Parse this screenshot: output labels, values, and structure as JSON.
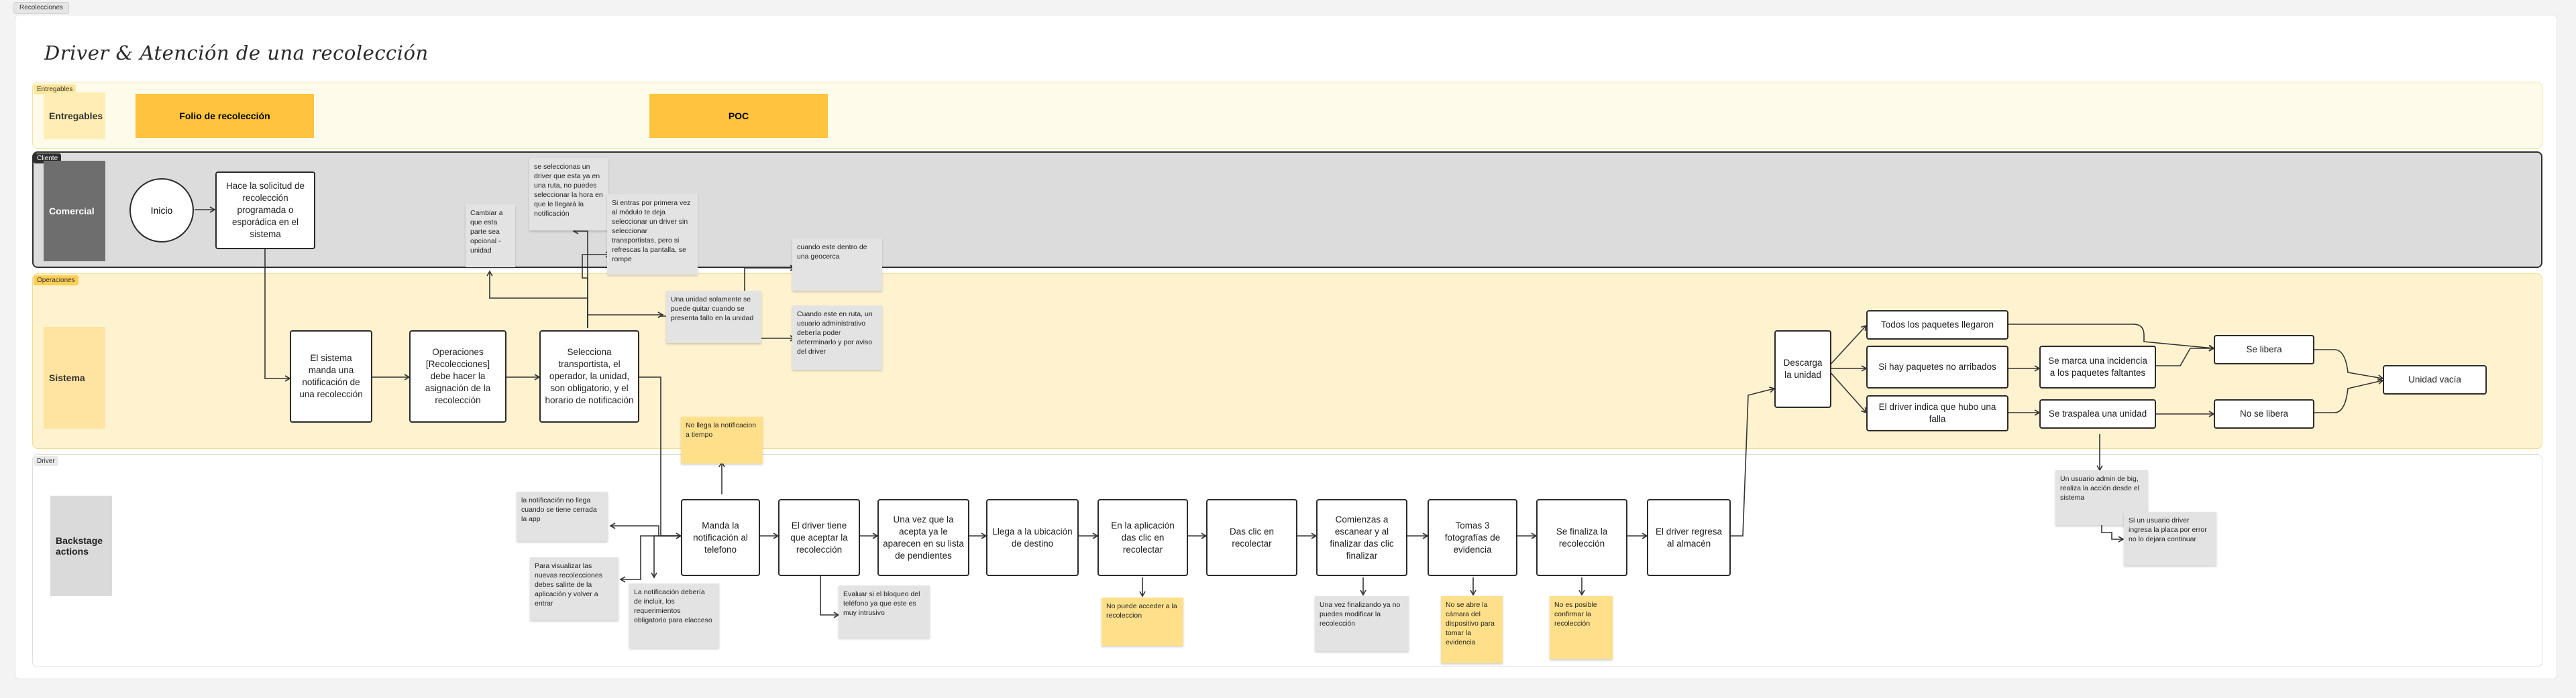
{
  "tab_label": "Recolecciones",
  "title": "Driver & Atención de una recolección",
  "lanes": {
    "entregables": {
      "label": "Entregables",
      "block": "Entregables"
    },
    "cliente": {
      "label": "Cliente",
      "block": "Comercial"
    },
    "operaciones": {
      "label": "Operaciones",
      "block": "Sistema"
    },
    "driver": {
      "label": "Driver",
      "block": "Backstage actions"
    }
  },
  "deliverables": {
    "folio": "Folio de recolección",
    "poc": "POC"
  },
  "nodes": {
    "inicio": "Inicio",
    "solicitud": "Hace la solicitud de recolección programada o esporádica en el sistema",
    "sistema_notifica": "El sistema manda una notificación de una recolección",
    "operaciones_asignacion": "Operaciones [Recolecciones] debe hacer la asignación de la recolección",
    "selecciona": "Selecciona transportista, el operador, la unidad, son obligatorio, y el horario de notificación",
    "manda_notif": "Manda la notificación al telefono",
    "driver_aceptar": "El driver tiene que aceptar la recolección",
    "acepta_pendientes": "Una vez que la acepta ya le aparecen en su lista de pendientes",
    "llega_destino": "Llega a la ubicación de destino",
    "app_recolectar": "En la aplicación das clic en recolectar",
    "das_clic": "Das clic en recolectar",
    "escanear": "Comienzas a escanear y al finalizar das clic finalizar",
    "fotografias": "Tomas 3 fotografías de evidencia",
    "finaliza": "Se finaliza la recolección",
    "regresa": "El driver regresa al almacén",
    "descarga": "Descarga la unidad",
    "todos_llegaron": "Todos los paquetes llegaron",
    "no_arribados": "Si hay paquetes no arribados",
    "falla": "El driver indica que hubo una falla",
    "incidencia": "Se marca una incidencia a los paquetes faltantes",
    "traspalea": "Se traspalea una unidad",
    "se_libera": "Se libera",
    "no_se_libera": "No se libera",
    "unidad_vacia": "Unidad vacía"
  },
  "notes": {
    "cambiar": "Cambiar a que esta parte sea opcional - unidad",
    "seleccionas_driver": "se seleccionas un driver que esta ya en una ruta, no puedes seleccionar la hora en que le llegará la notificación",
    "entras_primera": "Si entras por primera vez al módulo te deja seleccionar un driver sin seleccionar transportistas, pero si refrescas la pantalla, se rompe",
    "geocerca": "cuando este dentro de una geocerca",
    "unidad_solamente": "Una unidad solamente se puede quitar cuando se presenta fallo en la unidad",
    "en_ruta": "Cuando este en ruta, un usuario administrativo debería poder determinarlo y por aviso del driver",
    "no_llega": "No llega la notificacion a tiempo",
    "notif_no_llega": "la notificación no llega cuando se tiene cerrada la app",
    "visualizar": "Para visualizar las nuevas recolecciones debes salirte de la aplicación y volver a entrar",
    "notif_deberia": "La notificación debería de incluir, los requerimientos obligatorio para elacceso",
    "bloqueo": "Evaluar si el bloqueo del teléfono ya que este es muy intrusivo",
    "no_acceder": "No puede acceder a la recoleccion",
    "no_modificar": "Una vez finalizando ya no puedes modificar la recolección",
    "camara": "No se abre la cámara del dispositivo para tomar la evidencia",
    "no_confirmar": "No es posible confirmar la recolección",
    "admin_big": "Un usuario admin de big, realiza la acción desde el sistema",
    "usuario_driver": "Si un usuario driver ingresa la placa por error no lo dejara continuar"
  }
}
